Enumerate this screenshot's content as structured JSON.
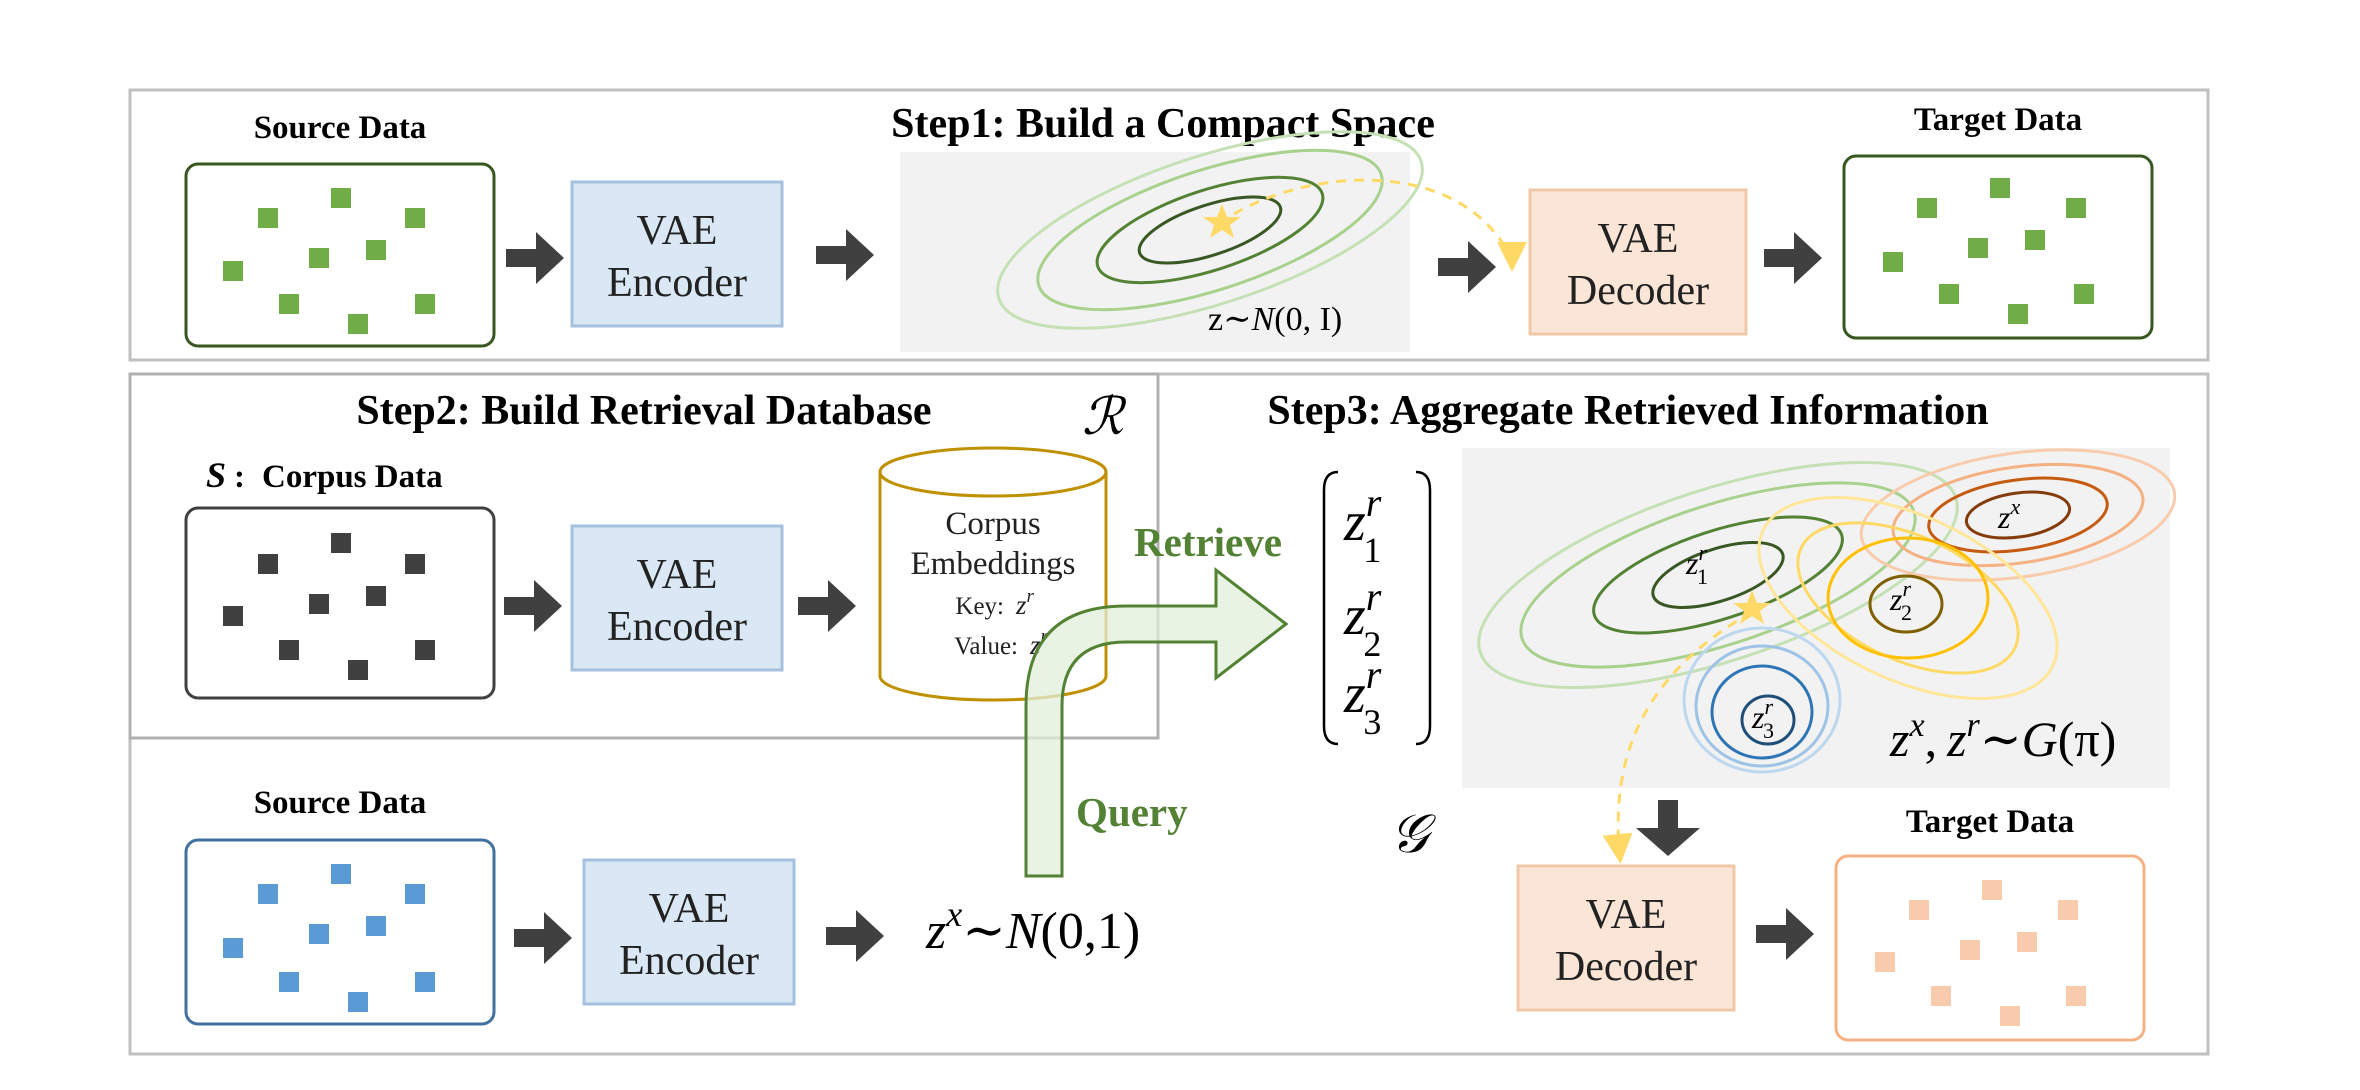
{
  "step1": {
    "title": "Step1: Build a Compact Space",
    "source_label": "Source Data",
    "encoder_line1": "VAE",
    "encoder_line2": "Encoder",
    "latent_prefix": "z∼",
    "latent_dist": "N",
    "latent_args": "(0, I)",
    "decoder_line1": "VAE",
    "decoder_line2": "Decoder",
    "target_label": "Target Data"
  },
  "step2": {
    "title": "Step2: Build Retrieval Database",
    "db_symbol": "ℛ",
    "corpus_symbol": "S",
    "corpus_sep": ":",
    "corpus_label": "Corpus Data",
    "encoder_line1": "VAE",
    "encoder_line2": "Encoder",
    "db_line1": "Corpus",
    "db_line2": "Embeddings",
    "key_label": "Key:",
    "value_label": "Value:",
    "key_var": "z",
    "key_sup": "r",
    "value_var": "z",
    "value_sup": "r",
    "retrieve_label": "Retrieve",
    "query_label": "Query"
  },
  "step3": {
    "title": "Step3: Aggregate Retrieved Information",
    "retrieved": [
      {
        "var": "z",
        "sup": "r",
        "sub": "1"
      },
      {
        "var": "z",
        "sup": "r",
        "sub": "2"
      },
      {
        "var": "z",
        "sup": "r",
        "sub": "3"
      }
    ],
    "mixture_symbol": "𝒢",
    "cluster_x": {
      "var": "z",
      "sup": "x"
    },
    "cluster_1": {
      "var": "z",
      "sup": "r",
      "sub": "1"
    },
    "cluster_2": {
      "var": "z",
      "sup": "r",
      "sub": "2"
    },
    "cluster_3": {
      "var": "z",
      "sup": "r",
      "sub": "3"
    },
    "mixture_formula": {
      "z1": "z",
      "sup1": "x",
      "comma": ",",
      "z2": "z",
      "sup2": "r",
      "tilde": "∼",
      "G": "G",
      "arg": "(π)"
    },
    "source_label": "Source Data",
    "encoder_line1": "VAE",
    "encoder_line2": "Encoder",
    "query_formula": {
      "z": "z",
      "sup": "x",
      "tilde": "∼",
      "N": "N",
      "args": "(0,1)"
    },
    "decoder_line1": "VAE",
    "decoder_line2": "Decoder",
    "target_label": "Target Data"
  },
  "colors": {
    "green_dot": "#70ad47",
    "dark_dot": "#404040",
    "blue_dot": "#5b9bd5",
    "peach_dot": "#f4b183",
    "encoder_fill": "#dae8f5",
    "encoder_stroke": "#a4c2e0",
    "decoder_fill": "#fbe5d6",
    "decoder_stroke": "#f0c8a8",
    "retrieve_green": "#548235",
    "db_stroke": "#bf9000"
  },
  "icons": {
    "arrow": "right-arrow-icon",
    "star": "star-icon"
  }
}
